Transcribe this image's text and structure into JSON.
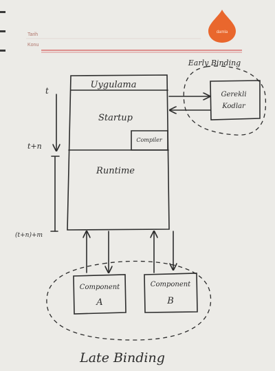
{
  "header": {
    "tarih_label": "Tarih",
    "konu_label": "Konu",
    "logo_text": "damla"
  },
  "diagram": {
    "app_title": "Uygulama",
    "startup_label": "Startup",
    "compiler_label": "Compiler",
    "runtime_label": "Runtime",
    "required_codes_line1": "Gerekli",
    "required_codes_line2": "Kodlar",
    "early_binding_label": "Early Binding",
    "component_a_line1": "Component",
    "component_a_line2": "A",
    "component_b_line1": "Component",
    "component_b_line2": "B",
    "late_binding_label": "Late Binding"
  },
  "timeline": {
    "t_label": "t",
    "tn_label": "t+n",
    "tnm_label": "(t+n)+m"
  },
  "colors": {
    "paper": "#ecebe7",
    "ink": "#2c2c2c",
    "logo_orange": "#e9672d",
    "header_rule": "#d86f6f"
  }
}
